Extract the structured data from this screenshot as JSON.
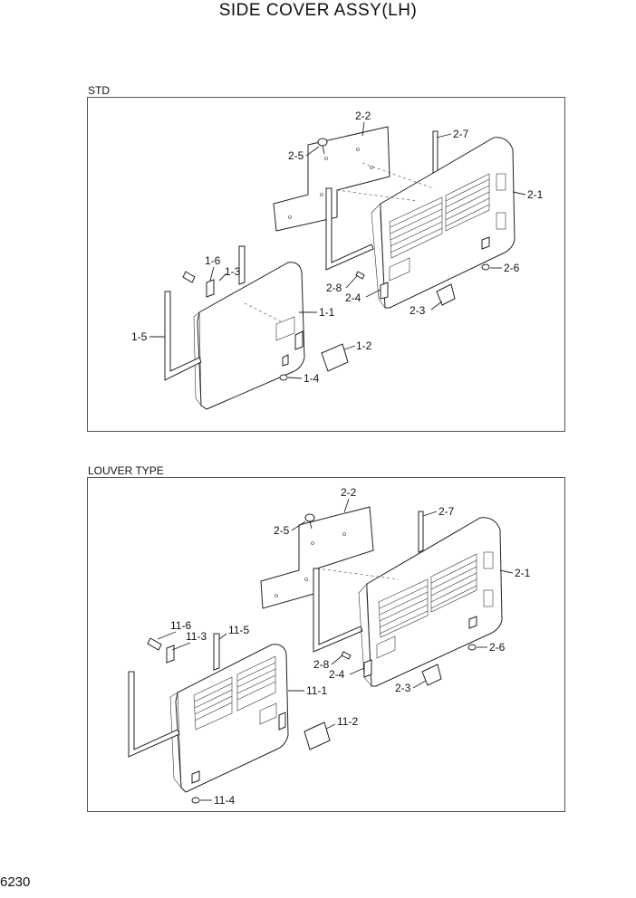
{
  "title": "SIDE COVER ASSY(LH)",
  "page_number": "6230",
  "sections": {
    "std": {
      "label": "STD",
      "callouts": {
        "c2_2": "2-2",
        "c2_5": "2-5",
        "c2_7": "2-7",
        "c2_1": "2-1",
        "c2_6": "2-6",
        "c2_8": "2-8",
        "c2_4": "2-4",
        "c2_3": "2-3",
        "c1_6": "1-6",
        "c1_3": "1-3",
        "c1_1": "1-1",
        "c1_5": "1-5",
        "c1_2": "1-2",
        "c1_4": "1-4"
      }
    },
    "louver": {
      "label": "LOUVER TYPE",
      "callouts": {
        "c2_2": "2-2",
        "c2_5": "2-5",
        "c2_7": "2-7",
        "c2_1": "2-1",
        "c2_6": "2-6",
        "c2_8": "2-8",
        "c2_4": "2-4",
        "c2_3": "2-3",
        "c11_6": "11-6",
        "c11_3": "11-3",
        "c11_5": "11-5",
        "c11_1": "11-1",
        "c11_2": "11-2",
        "c11_4": "11-4"
      }
    }
  }
}
